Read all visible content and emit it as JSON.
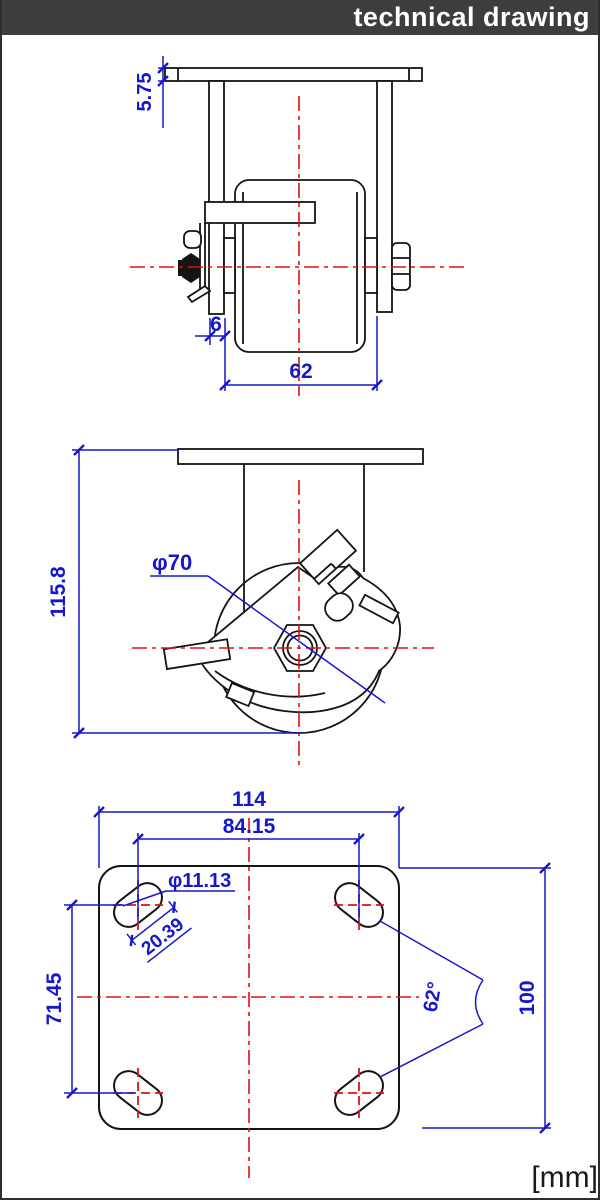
{
  "header": {
    "title": "technical drawing"
  },
  "footer": {
    "units": "[mm]"
  },
  "colors": {
    "header_bg": "#3d3d3d",
    "dimension_blue": "#1616cc",
    "centerline_red": "#e01212",
    "outline_black": "#141414"
  },
  "views": {
    "front": {
      "dims": {
        "plate_thickness": "5.75",
        "leg_offset": "6",
        "wheel_width": "62"
      }
    },
    "side": {
      "dims": {
        "wheel_diameter": "φ70",
        "overall_height": "115.8"
      }
    },
    "plan": {
      "dims": {
        "plate_width": "114",
        "hole_spacing_width": "84.15",
        "hole_diameter": "φ11.13",
        "slot_length": "20.39",
        "hole_spacing_height": "71.45",
        "slot_angle": "62°",
        "plate_height": "100"
      }
    }
  }
}
